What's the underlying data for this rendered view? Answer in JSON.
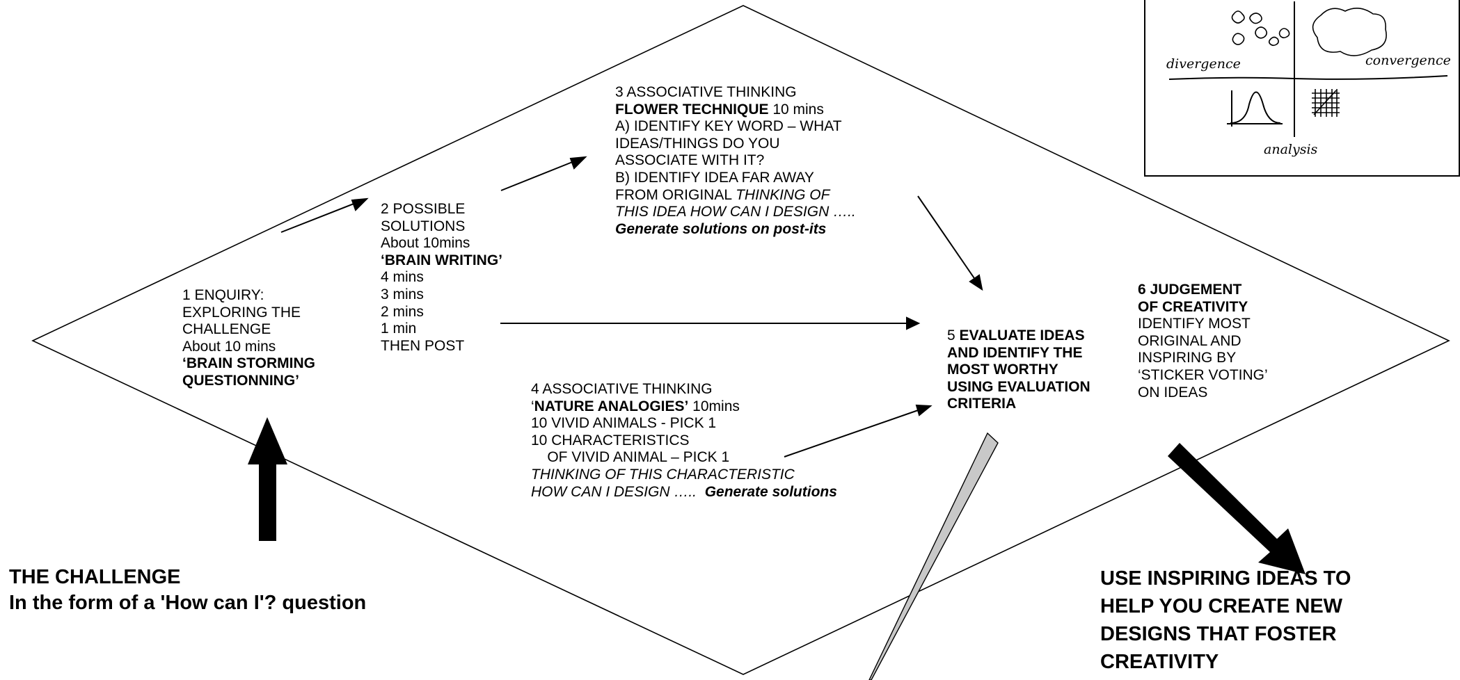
{
  "colors": {
    "ink": "#000000",
    "paper": "#ffffff",
    "pointer_fill": "#c8c8c8"
  },
  "stage1": {
    "lines": [
      "1 ENQUIRY:",
      "EXPLORING THE",
      "CHALLENGE",
      "About 10 mins"
    ],
    "bold_lines": [
      "‘BRAIN STORMING",
      "QUESTIONNING’"
    ]
  },
  "stage2": {
    "lines": [
      "2 POSSIBLE",
      "SOLUTIONS",
      "About 10mins"
    ],
    "bold_line": "‘BRAIN WRITING’",
    "time_lines": [
      "4 mins",
      "3 mins",
      "2 mins",
      "1 min",
      "THEN POST"
    ]
  },
  "stage3": {
    "title": "3 ASSOCIATIVE THINKING",
    "technique": "FLOWER TECHNIQUE",
    "technique_time": " 10 mins",
    "lines_a": [
      "A) IDENTIFY KEY WORD – WHAT",
      "IDEAS/THINGS DO YOU",
      "ASSOCIATE WITH IT?",
      "B) IDENTIFY IDEA FAR AWAY"
    ],
    "from_original": "FROM ORIGINAL  ",
    "italic_1": "THINKING OF",
    "italic_2": "THIS IDEA HOW CAN I DESIGN …..",
    "bold_italic": "Generate solutions on post-its"
  },
  "stage4": {
    "title": "4 ASSOCIATIVE  THINKING",
    "quote_open": "‘",
    "technique": "NATURE  ANALOGIES’",
    "technique_time": " 10mins",
    "lines": [
      "10 VIVID ANIMALS - PICK 1",
      "10 CHARACTERISTICS",
      "    OF VIVID ANIMAL – PICK 1"
    ],
    "italic_1": "THINKING OF THIS CHARACTERISTIC",
    "italic_2": "HOW CAN I DESIGN …..  ",
    "bold_italic": "Generate solutions"
  },
  "stage5": {
    "number": "5 ",
    "bold_first": "EVALUATE IDEAS",
    "bold_lines": [
      "AND IDENTIFY THE",
      "MOST WORTHY",
      "USING EVALUATION",
      "CRITERIA"
    ]
  },
  "stage6": {
    "bold_lines": [
      "6 JUDGEMENT",
      "OF CREATIVITY"
    ],
    "lines": [
      "IDENTIFY MOST",
      "ORIGINAL AND",
      "INSPIRING BY",
      "‘STICKER VOTING’",
      "ON IDEAS"
    ]
  },
  "challenge": {
    "line1": "THE CHALLENGE",
    "line2": "In the form of a 'How can I'? question"
  },
  "outcome": {
    "lines": [
      "USE INSPIRING IDEAS TO",
      "HELP YOU CREATE NEW",
      "DESIGNS THAT FOSTER",
      "CREATIVITY"
    ]
  },
  "inset": {
    "divergence": "divergence",
    "convergence": "convergence",
    "analysis": "analysis"
  }
}
